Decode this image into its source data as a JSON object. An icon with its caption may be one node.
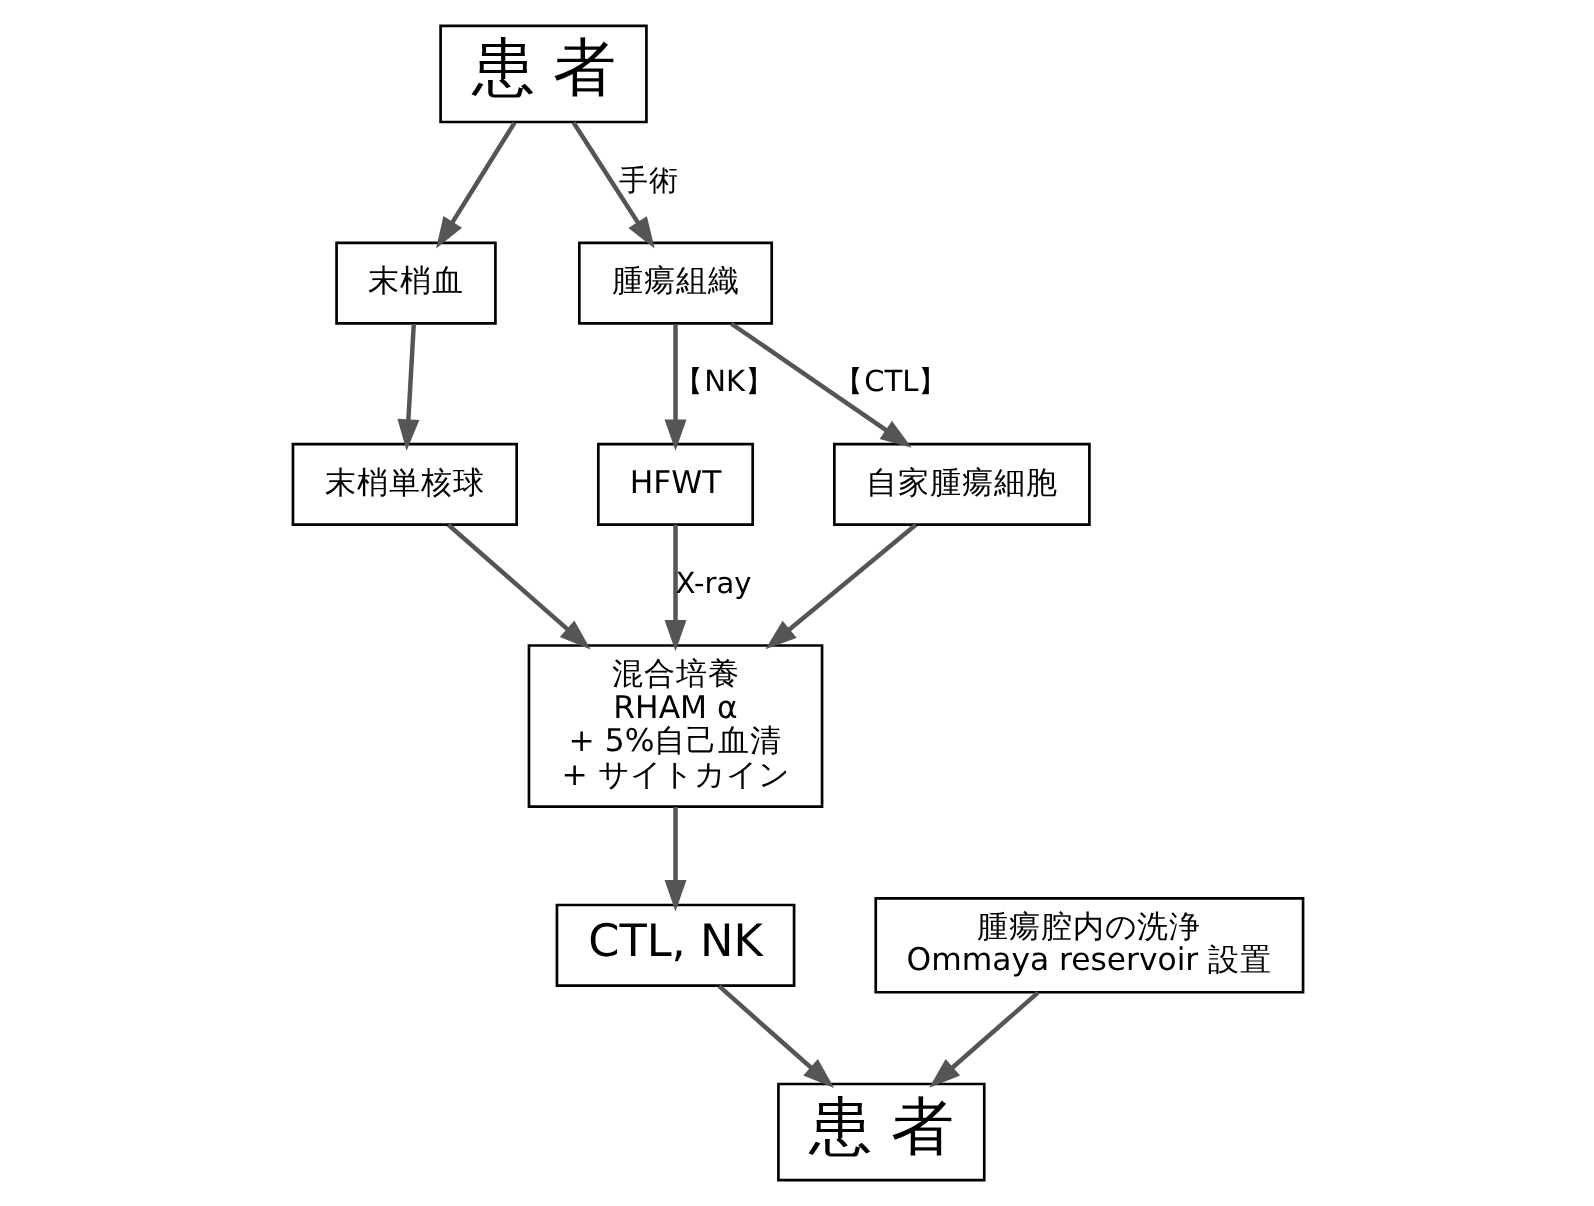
{
  "diagram": {
    "nodes": [
      {
        "text": [
          "患 者"
        ]
      },
      {
        "text": [
          "末梢血"
        ]
      },
      {
        "text": [
          "腫瘍組織"
        ]
      },
      {
        "text": [
          "末梢単核球"
        ]
      },
      {
        "text": [
          "HFWT"
        ]
      },
      {
        "text": [
          "自家腫瘍細胞"
        ]
      },
      {
        "text": [
          "混合培養",
          "RHAM α",
          "+ 5%自己血清",
          "+ サイトカイン"
        ]
      },
      {
        "text": [
          "CTL, NK"
        ]
      },
      {
        "text": [
          "腫瘍腔内の洗浄",
          "Ommaya reservoir 設置"
        ]
      },
      {
        "text": [
          "患 者"
        ]
      }
    ],
    "edges": [
      {
        "from": 0,
        "to": 1,
        "arrow": "to"
      },
      {
        "from": 0,
        "to": 2,
        "arrow": "to",
        "label": "手術"
      },
      {
        "from": 1,
        "to": 3,
        "arrow": "to"
      },
      {
        "from": 2,
        "to": 4,
        "arrow": "to",
        "label": "【NK】"
      },
      {
        "from": 2,
        "to": 5,
        "arrow": "to",
        "label": "【CTL】"
      },
      {
        "from": 4,
        "to": 6,
        "arrow": "to",
        "label": "X-ray"
      },
      {
        "from": 3,
        "to": 6,
        "arrow": "to"
      },
      {
        "from": 5,
        "to": 6,
        "arrow": "to"
      },
      {
        "from": 6,
        "to": 7,
        "arrow": "to"
      },
      {
        "from": 7,
        "to": 9,
        "arrow": "to"
      },
      {
        "from": 8,
        "to": 9,
        "arrow": "to"
      }
    ]
  }
}
